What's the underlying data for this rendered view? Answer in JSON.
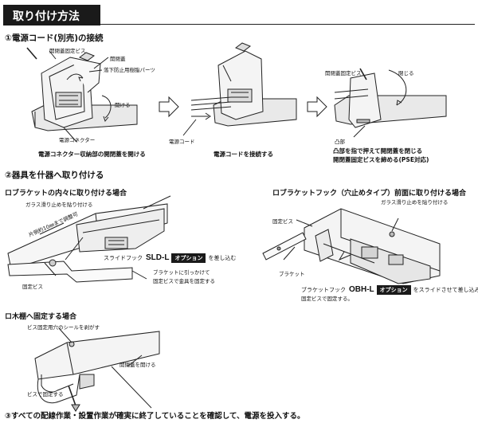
{
  "header": {
    "title": "取り付け方法"
  },
  "step1": {
    "heading": "①電源コード(別売)の接続",
    "labels": {
      "lid_screw": "開閉蓋固定ビス",
      "lid": "開閉蓋",
      "anti_drop_part": "落下防止用樹脂パーツ",
      "open": "開ける",
      "power_connector": "電源コネクター",
      "power_cord": "電源コード",
      "lid_screw_2": "開閉蓋固定ビス",
      "close": "閉じる",
      "convex": "凸部"
    },
    "captions": {
      "a": "電源コネクター収納部の開閉蓋を開ける",
      "b": "電源コードを接続する",
      "c1": "凸部を指で押えて開閉蓋を閉じる",
      "c2": "開閉蓋固定ビスを締める(PSE対応)"
    }
  },
  "step2": {
    "heading": "②器具を什器へ取り付ける",
    "bracket_inside": {
      "heading": "ロブラケットの内々に取り付ける場合",
      "glass_stopper": "ガラス滑り止めを貼り付ける",
      "shelf_range": "片側約10㎜まで調整可",
      "slide_hook": "スライドフック",
      "slide_model": "SLD-L",
      "option": "オプション",
      "insert": "を差し込む",
      "fix_note_1": "ブラケットに引っかけて",
      "fix_note_2": "固定ビスで金具を固定する",
      "fix_screw": "固定ビス"
    },
    "bracket_hook": {
      "heading": "ロブラケットフック（穴止めタイプ）前面に取り付ける場合",
      "glass_stopper": "ガラス滑り止めを貼り付ける",
      "fix_screw": "固定ビス",
      "bracket": "ブラケット",
      "hook_label": "ブラケットフック",
      "hook_model": "OBH-L",
      "option": "オプション",
      "slide_note": "をスライドさせて差し込み",
      "fix_note": "固定ビスで固定する。"
    },
    "wood_shelf": {
      "heading": "ロ木棚へ固定する場合",
      "peel_seal": "ビス固定用穴のシールを剥がす",
      "open_lid": "開閉蓋を開ける",
      "screw_fix": "ビスで固定する"
    }
  },
  "step3": {
    "text": "③すべての配線作業・設置作業が確実に終了していることを確認して、電源を投入する。"
  }
}
